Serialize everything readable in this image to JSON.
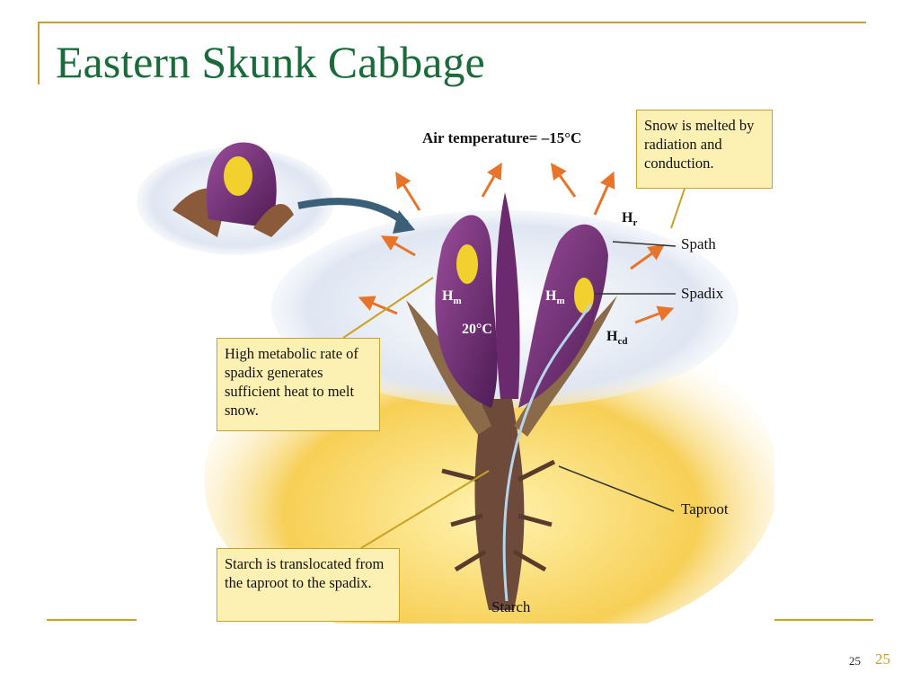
{
  "slide": {
    "title": "Eastern Skunk Cabbage",
    "page_number_small": "25",
    "page_number_large": "25"
  },
  "diagram": {
    "air_temperature": "Air temperature= –15°C",
    "callouts": {
      "snow": "Snow is melted by radiation and conduction.",
      "metabolic": "High metabolic rate of spadix generates sufficient heat to melt snow.",
      "starch": "Starch is translocated from the taproot to the spadix."
    },
    "labels": {
      "spath": "Spath",
      "spadix": "Spadix",
      "taproot": "Taproot",
      "starch": "Starch",
      "internal_temp": "20°C"
    },
    "heat_labels": {
      "h_r": {
        "base": "H",
        "sub": "r"
      },
      "h_m_left": {
        "base": "H",
        "sub": "m"
      },
      "h_m_right": {
        "base": "H",
        "sub": "m"
      },
      "h_cd": {
        "base": "H",
        "sub": "cd"
      }
    },
    "colors": {
      "spathe": "#6b2a6e",
      "spadix": "#f2d02e",
      "soil": "#f5c94a",
      "arrow": "#e8742a",
      "callout_bg": "#fdf0b3",
      "accent": "#c9a227",
      "title": "#1a6b3a"
    }
  }
}
